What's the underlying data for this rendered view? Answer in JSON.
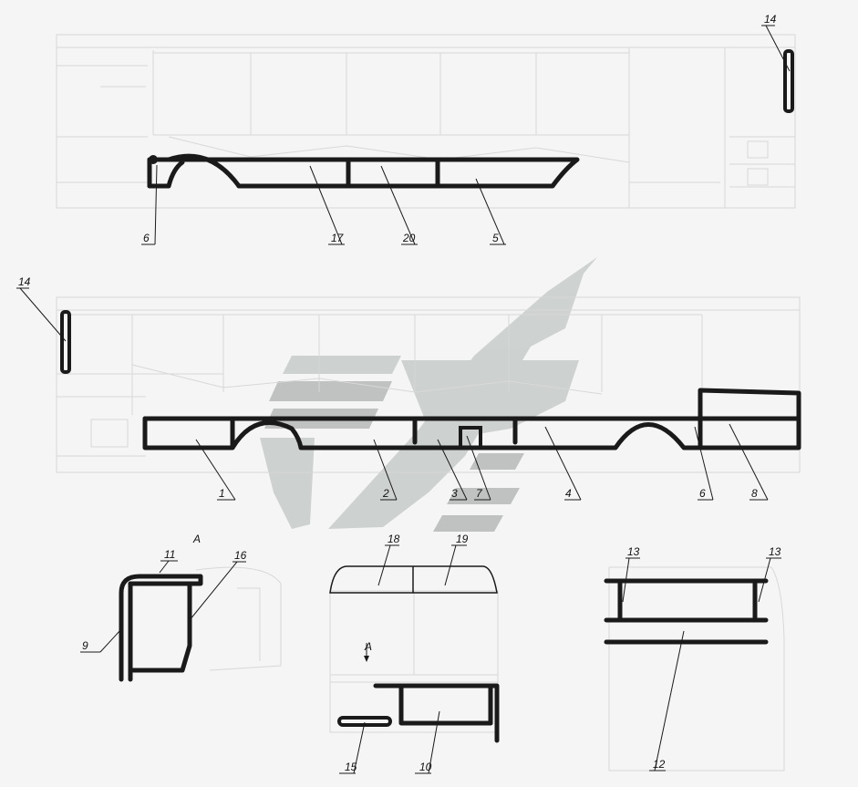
{
  "callouts": {
    "c6a": "6",
    "c17": "17",
    "c20": "20",
    "c5": "5",
    "c14a": "14",
    "c14b": "14",
    "c1": "1",
    "c2": "2",
    "c3": "3",
    "c7": "7",
    "c4": "4",
    "c6b": "6",
    "c8": "8",
    "cA": "A",
    "c11": "11",
    "c16": "16",
    "c9": "9",
    "c18": "18",
    "c19": "19",
    "cA2": "A",
    "c15": "15",
    "c10": "10",
    "c13a": "13",
    "c13b": "13",
    "c12": "12"
  },
  "colors": {
    "stroke": "#1a1a1a",
    "watermark": "#c7cbc9",
    "background": "#f5f5f5"
  }
}
